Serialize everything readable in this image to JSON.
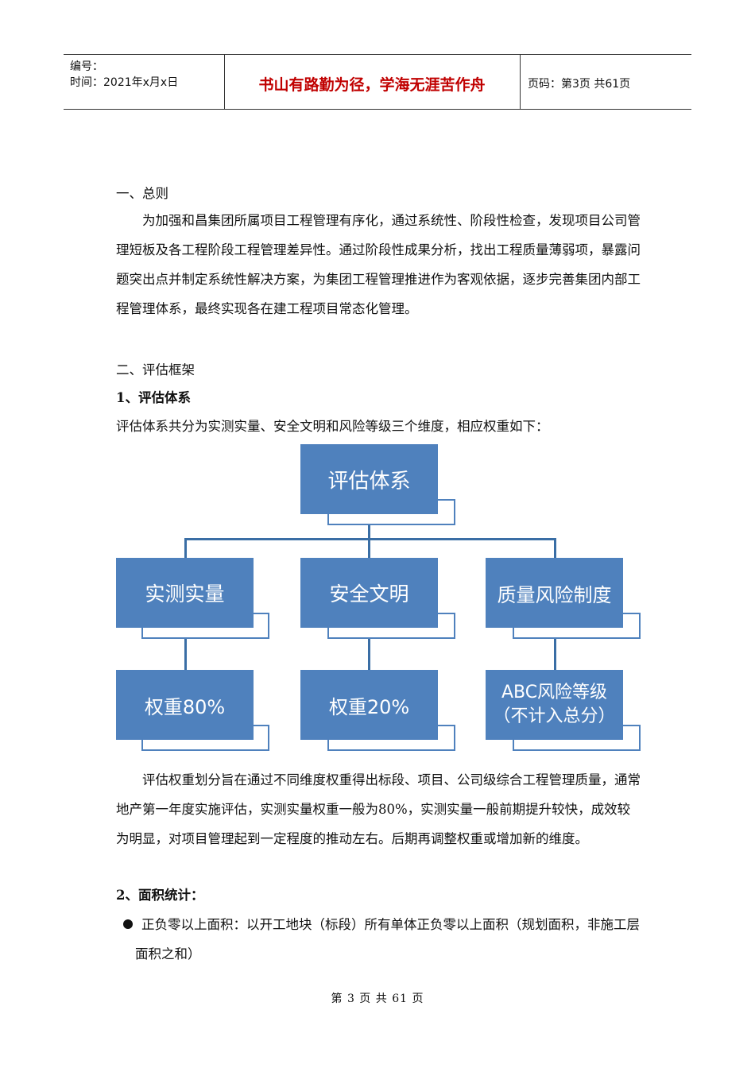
{
  "header": {
    "number_label": "编号：",
    "time_label": "时间：2021年x月x日",
    "motto": "书山有路勤为径，学海无涯苦作舟",
    "page_info": "页码：第3页  共61页"
  },
  "sections": {
    "s1_title": "一、总则",
    "s1_body": "为加强和昌集团所属项目工程管理有序化，通过系统性、阶段性检查，发现项目公司管理短板及各工程阶段工程管理差异性。通过阶段性成果分析，找出工程质量薄弱项，暴露问题突出点并制定系统性解决方案，为集团工程管理推进作为客观依据，逐步完善集团内部工程管理体系，最终实现各在建工程项目常态化管理。",
    "s2_title": "二、评估框架",
    "s2_sub1": "1、评估体系",
    "s2_intro": "评估体系共分为实测实量、安全文明和风险等级三个维度，相应权重如下：",
    "weight_desc": "评估权重划分旨在通过不同维度权重得出标段、项目、公司级综合工程管理质量，通常地产第一年度实施评估，实测实量权重一般为80%，实测实量一般前期提升较快，成效较为明显，对项目管理起到一定程度的推动左右。后期再调整权重或增加新的维度。",
    "s2_sub2": "2、面积统计：",
    "bullet1": "正负零以上面积：以开工地块（标段）所有单体正负零以上面积（规划面积，非施工层面积之和）"
  },
  "diagram": {
    "root": "评估体系",
    "level1": [
      "实测实量",
      "安全文明",
      "质量风险制度"
    ],
    "level2": [
      "权重80%",
      "权重20%",
      "ABC风险等级",
      "（不计入总分）"
    ]
  },
  "footer": "第 3 页 共 61 页"
}
